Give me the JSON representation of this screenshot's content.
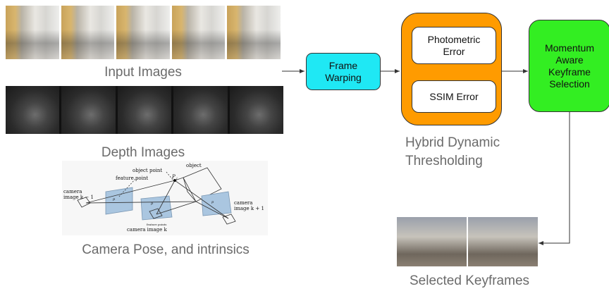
{
  "inputs": {
    "input_images_caption": "Input Images",
    "depth_images_caption": "Depth Images",
    "camera_caption": "Camera Pose, and intrinsics"
  },
  "camera_figure": {
    "labels": {
      "object": "object",
      "object_point": "object point",
      "feature_point": "feature point",
      "p_j": "P",
      "p_j_sub": "j",
      "camera_km1": "camera",
      "image_km1": "image k − 1",
      "camera_k": "camera image k",
      "camera_kp1": "camera",
      "image_kp1": "image k + 1",
      "feature_points": "feature points",
      "p_km1": "p",
      "p_k": "p",
      "p_kp1": "p"
    }
  },
  "pipeline": {
    "frame_warping": "Frame Warping",
    "photometric_error": "Photometric Error",
    "ssim_error": "SSIM Error",
    "hybrid_caption": "Hybrid Dynamic Thresholding",
    "momentum": "Momentum Aware Keyframe Selection",
    "selected_caption": "Selected Keyframes"
  },
  "colors": {
    "frame_warping": "#1fe8f4",
    "hybrid_box": "#ff9b00",
    "momentum_box": "#33ee22",
    "arrow": "#333333"
  }
}
